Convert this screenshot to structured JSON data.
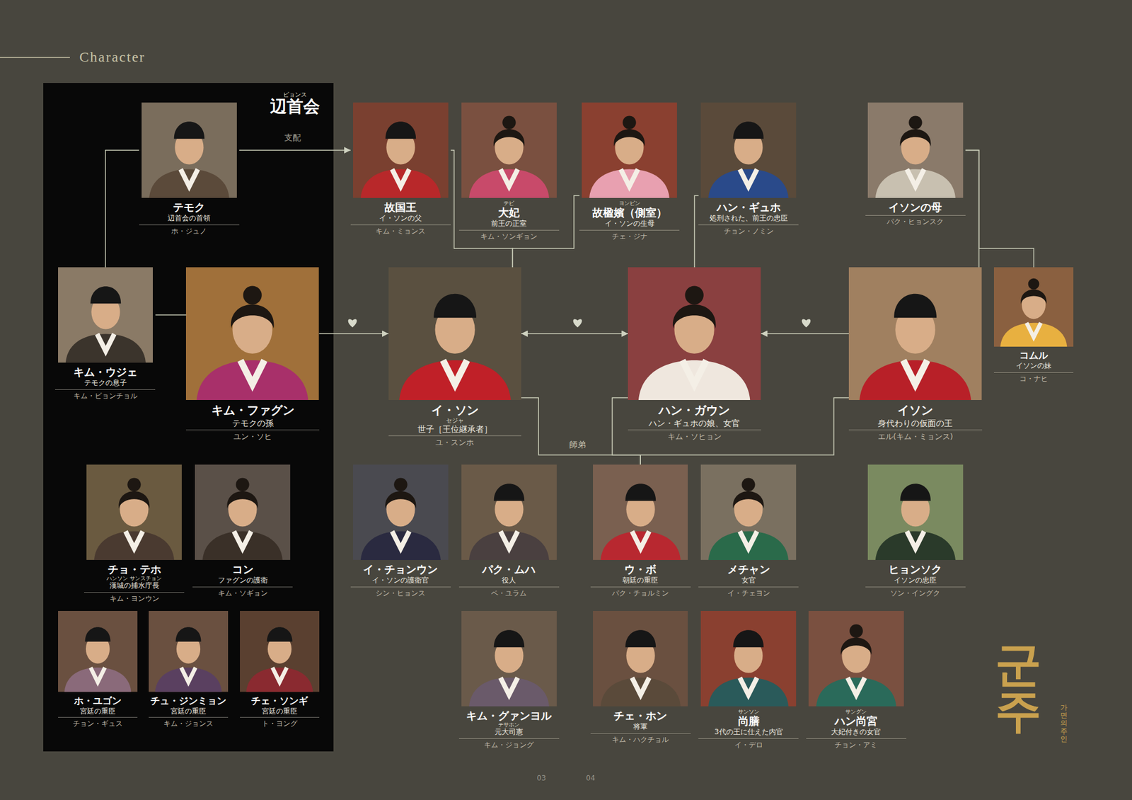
{
  "diagram": {
    "title": "Character",
    "nodes": [
      {
        "text": [
          "ピョンス",
          "辺首会"
        ]
      },
      {
        "text": [
          "テモク",
          "辺首会の首領",
          "ホ・ジュノ"
        ],
        "in": 0
      },
      {
        "text": [
          "キム・ウジェ",
          "テモクの息子",
          "キム・ビョンチョル"
        ],
        "in": 0
      },
      {
        "text": [
          "キム・ファグン",
          "テモクの孫",
          "ユン・ソヒ"
        ],
        "in": 0
      },
      {
        "text": [
          "チョ・テホ",
          "ハンソン サンスチョン",
          "漢城の捕水庁長",
          "キム・ヨンウン"
        ],
        "in": 0
      },
      {
        "text": [
          "コン",
          "ファグンの護衛",
          "キム・ソギョン"
        ],
        "in": 0
      },
      {
        "text": [
          "ホ・ユゴン",
          "宮廷の重臣",
          "チョン・ギュス"
        ],
        "in": 0
      },
      {
        "text": [
          "チュ・ジンミョン",
          "宮廷の重臣",
          "キム・ジョンス"
        ],
        "in": 0
      },
      {
        "text": [
          "チェ・ソンギ",
          "宮廷の重臣",
          "ト・ヨング"
        ],
        "in": 0
      },
      {
        "text": [
          "故国王",
          "イ・ソンの父",
          "キム・ミョンス"
        ]
      },
      {
        "text": [
          "テビ",
          "大妃",
          "前王の正室",
          "キム・ソンギョン"
        ]
      },
      {
        "text": [
          "ヨンビン",
          "故楹嬪（側室）",
          "イ・ソンの生母",
          "チェ・ジナ"
        ]
      },
      {
        "text": [
          "ハン・ギュホ",
          "処刑された、前王の忠臣",
          "チョン・ノミン"
        ]
      },
      {
        "text": [
          "イソンの母",
          "パク・ヒョンスク"
        ]
      },
      {
        "text": [
          "イ・ソン",
          "セジャ",
          "世子［王位継承者］",
          "ユ・スンホ"
        ]
      },
      {
        "text": [
          "ハン・ガウン",
          "ハン・ギュホの娘、女官",
          "キム・ソヒョン"
        ]
      },
      {
        "text": [
          "イソン",
          "身代わりの仮面の王",
          "エル(キム・ミョンス)"
        ]
      },
      {
        "text": [
          "コムル",
          "イソンの妹",
          "コ・ナヒ"
        ]
      },
      {
        "text": [
          "イ・チョンウン",
          "イ・ソンの護衛官",
          "シン・ヒョンス"
        ]
      },
      {
        "text": [
          "パク・ムハ",
          "役人",
          "ペ・ユラム"
        ]
      },
      {
        "text": [
          "ウ・ボ",
          "朝廷の重臣",
          "パク・チョルミン"
        ]
      },
      {
        "text": [
          "メチャン",
          "女官",
          "イ・チェヨン"
        ]
      },
      {
        "text": [
          "ヒョンソク",
          "イソンの忠臣",
          "ソン・イングク"
        ]
      },
      {
        "text": [
          "キム・グァンヨル",
          "テサホン",
          "元大司憲",
          "キム・ジョング"
        ]
      },
      {
        "text": [
          "チェ・ホン",
          "将軍",
          "キム・ハクチョル"
        ]
      },
      {
        "text": [
          "サンソン",
          "尚膳",
          "3代の王に仕えた内官",
          "イ・デロ"
        ]
      },
      {
        "text": [
          "サングン",
          "ハン尚宮",
          "大妃付きの女官",
          "チョン・アミ"
        ]
      }
    ],
    "edges": [
      {
        "from": 1,
        "to": 9,
        "arrow": "to",
        "label": "支配"
      },
      {
        "from": 1,
        "to": 2,
        "arrow": "none"
      },
      {
        "from": 2,
        "to": 3,
        "arrow": "none"
      },
      {
        "from": 3,
        "to": 14,
        "arrow": "to"
      },
      {
        "from": 14,
        "to": 15,
        "arrow": "both"
      },
      {
        "from": 16,
        "to": 15,
        "arrow": "to"
      },
      {
        "from": 9,
        "to": 14,
        "arrow": "none"
      },
      {
        "from": 11,
        "to": 14,
        "arrow": "none"
      },
      {
        "from": 12,
        "to": 15,
        "arrow": "none"
      },
      {
        "from": 13,
        "to": 16,
        "arrow": "none"
      },
      {
        "from": 13,
        "to": 17,
        "arrow": "none"
      },
      {
        "from": 20,
        "to": 14,
        "arrow": "none",
        "label": "師弟"
      },
      {
        "from": 20,
        "to": 15,
        "arrow": "none"
      },
      {
        "from": 20,
        "to": 16,
        "arrow": "none"
      }
    ],
    "labels": [
      "03",
      "04",
      "군주",
      "가면의 주인"
    ]
  }
}
